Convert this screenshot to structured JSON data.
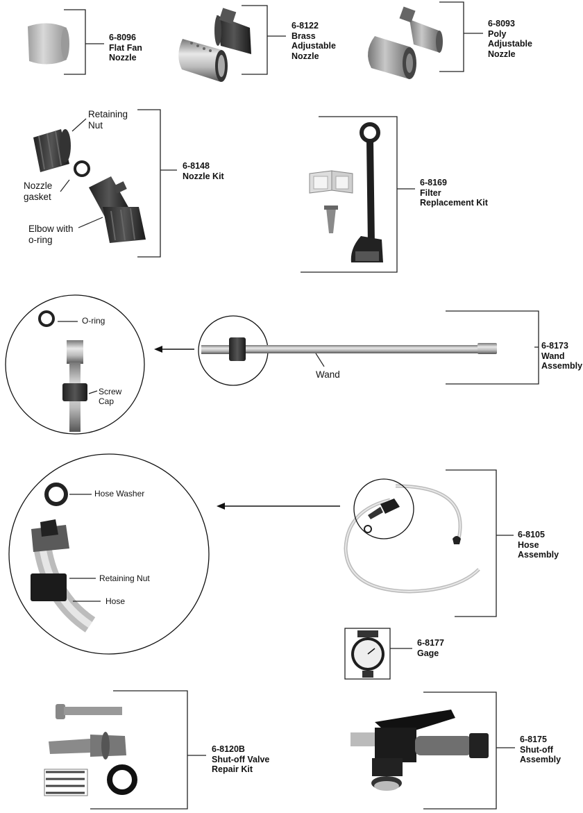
{
  "parts": [
    {
      "id": "flat-fan-nozzle",
      "lines": [
        "6-8096",
        "Flat Fan",
        "Nozzle"
      ]
    },
    {
      "id": "brass-adjustable-nozzle",
      "lines": [
        "6-8122",
        "Brass",
        "Adjustable",
        "Nozzle"
      ]
    },
    {
      "id": "poly-adjustable-nozzle",
      "lines": [
        "6-8093",
        "Poly",
        "Adjustable",
        "Nozzle"
      ]
    },
    {
      "id": "nozzle-kit",
      "lines": [
        "6-8148",
        "Nozzle Kit"
      ]
    },
    {
      "id": "filter-replacement-kit",
      "lines": [
        "6-8169",
        "Filter",
        "Replacement Kit"
      ]
    },
    {
      "id": "wand-assembly",
      "lines": [
        "6-8173",
        "Wand",
        "Assembly"
      ]
    },
    {
      "id": "hose-assembly",
      "lines": [
        "6-8105",
        "Hose",
        "Assembly"
      ]
    },
    {
      "id": "gage",
      "lines": [
        "6-8177",
        "Gage"
      ]
    },
    {
      "id": "shut-off-valve-repair-kit",
      "lines": [
        "6-8120B",
        "Shut-off Valve",
        "Repair Kit"
      ]
    },
    {
      "id": "shut-off-assembly",
      "lines": [
        "6-8175",
        "Shut-off",
        "Assembly"
      ]
    }
  ],
  "callouts": {
    "retaining_nut": [
      "Retaining",
      "Nut"
    ],
    "nozzle_gasket": [
      "Nozzle",
      "gasket"
    ],
    "elbow_oring": [
      "Elbow with",
      "o-ring"
    ],
    "oring": "O-ring",
    "screw_cap": [
      "Screw",
      "Cap"
    ],
    "wand": "Wand",
    "hose_washer": "Hose Washer",
    "hose_retaining_nut": "Retaining Nut",
    "hose": "Hose"
  }
}
